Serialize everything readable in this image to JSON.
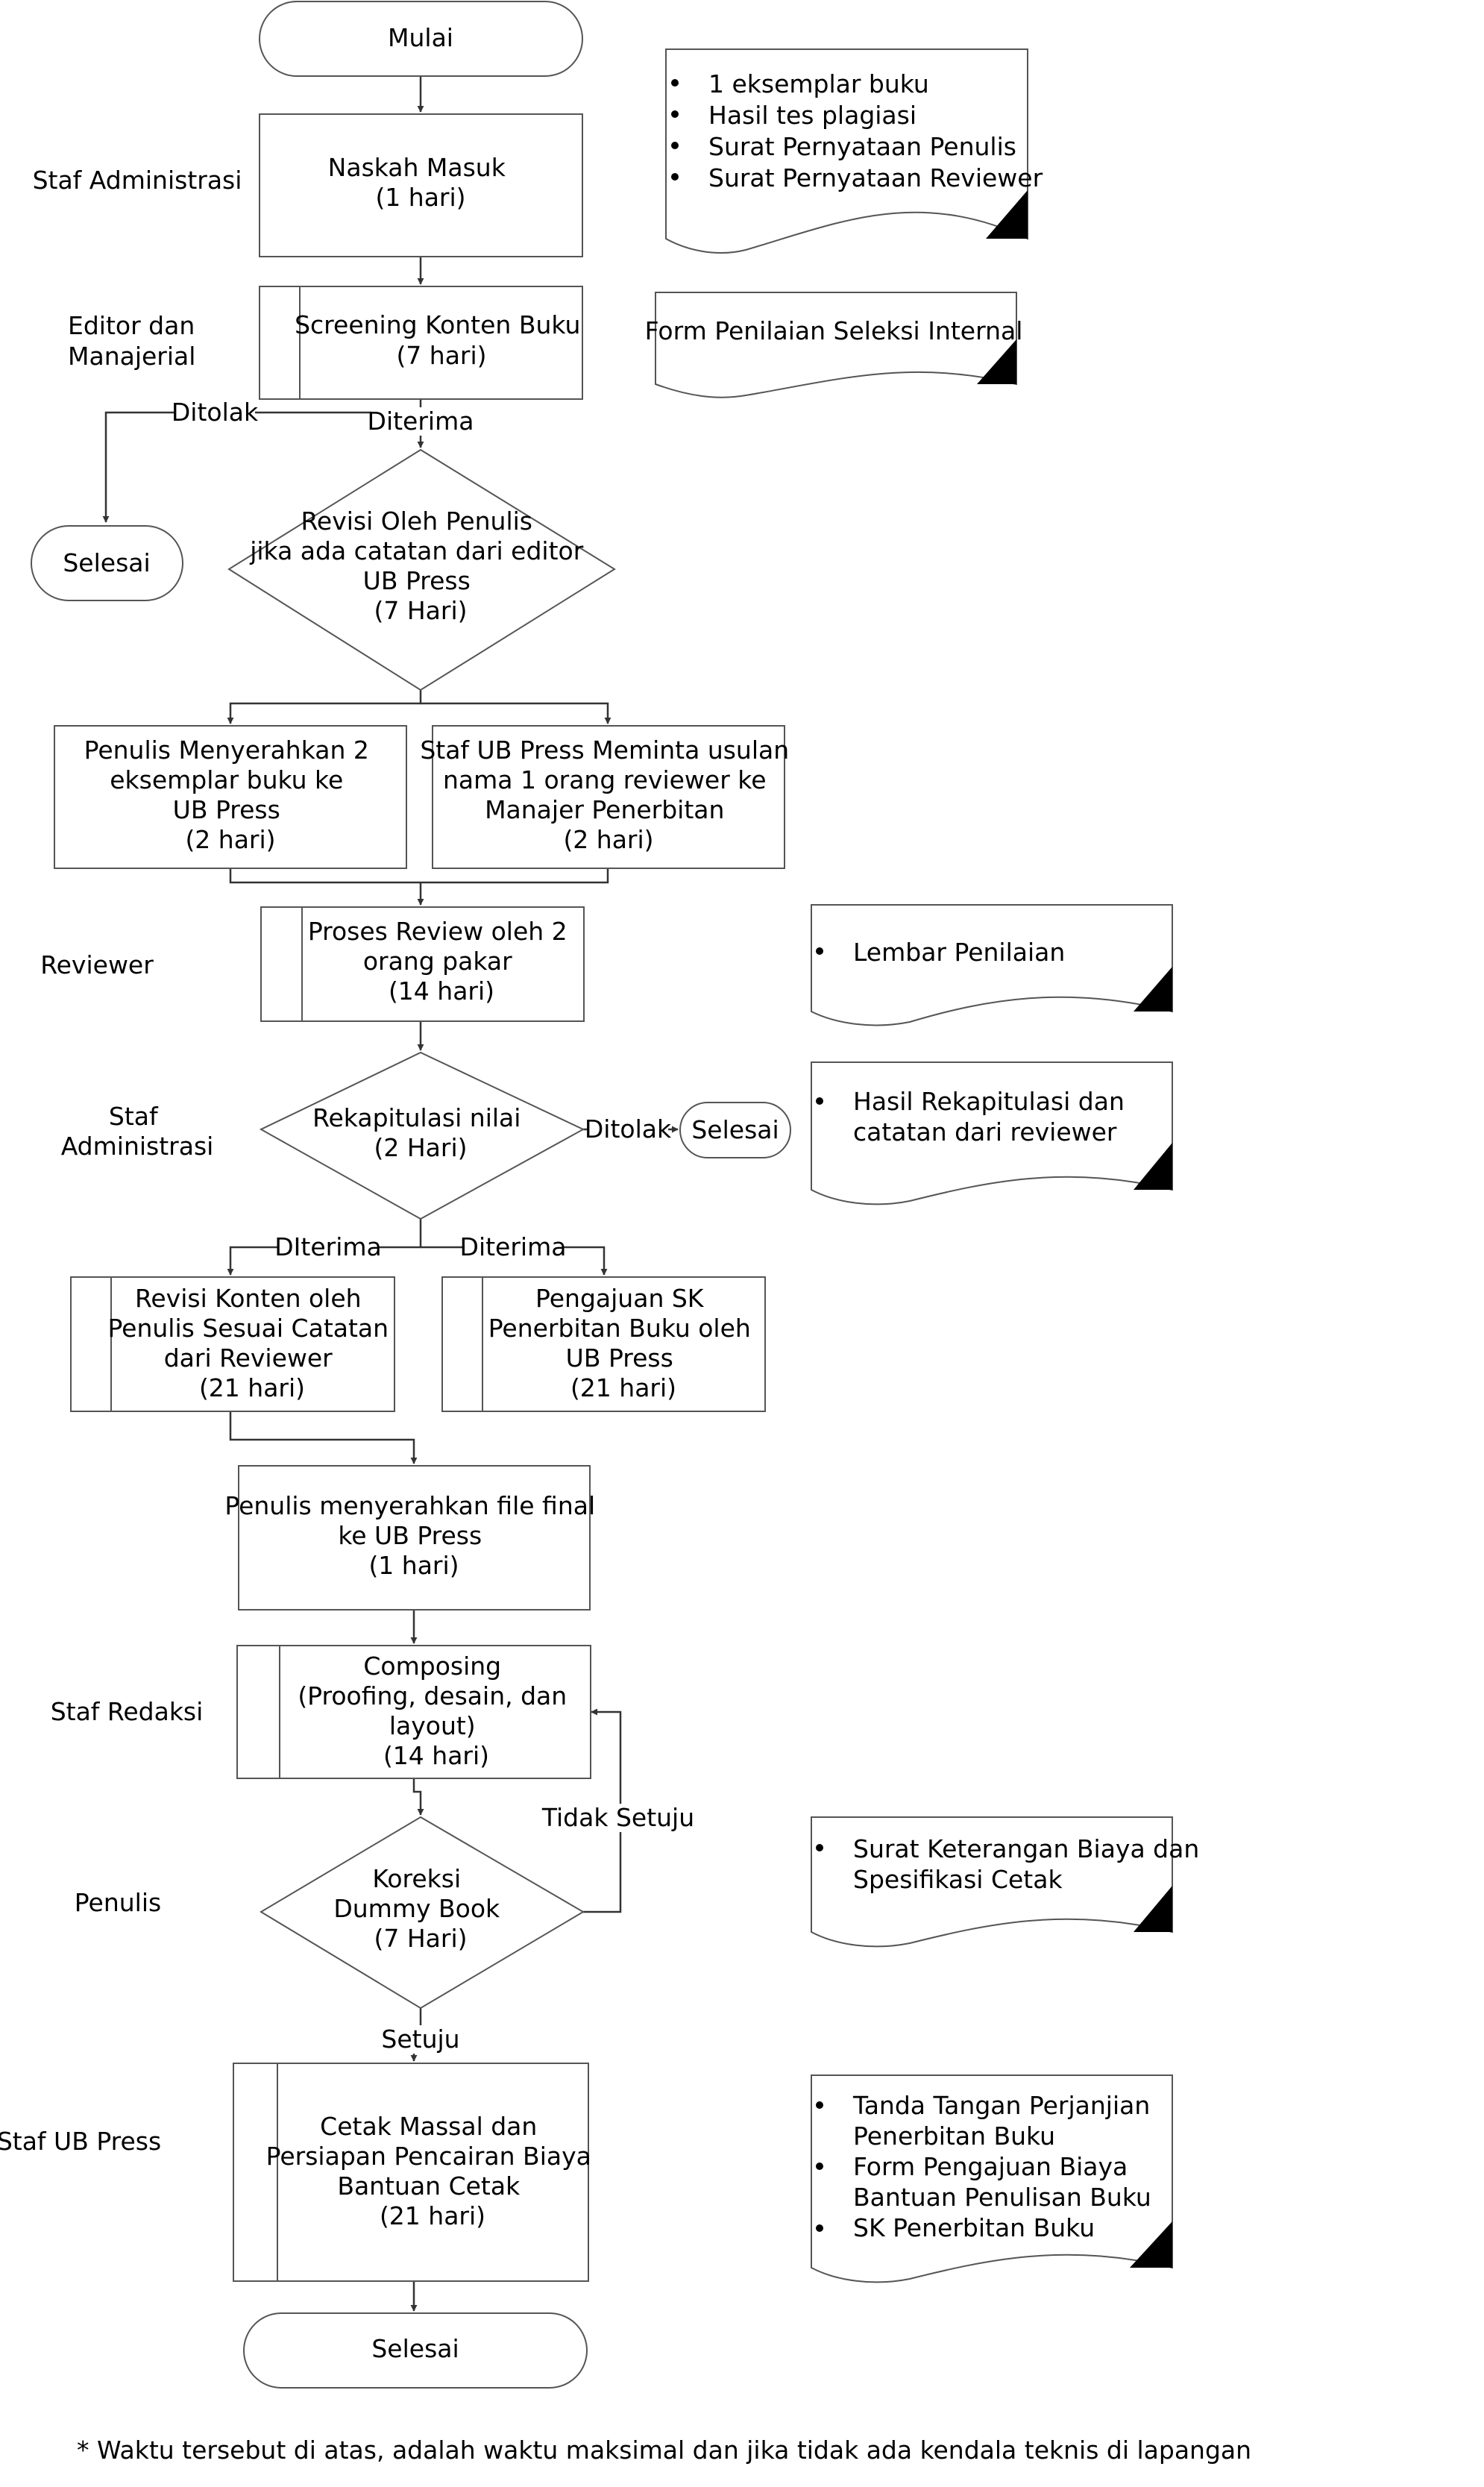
{
  "nodes": {
    "mulai": "Mulai",
    "naskah": [
      "Naskah Masuk",
      "(1 hari)"
    ],
    "screening": [
      "Screening Konten Buku",
      "(7 hari)"
    ],
    "selesai1": "Selesai",
    "revisi_penulis": [
      "Revisi Oleh Penulis",
      "jika ada catatan dari editor",
      "UB Press",
      "(7 Hari)"
    ],
    "penulis_serah": [
      "Penulis Menyerahkan 2",
      "eksemplar buku ke",
      "UB Press",
      "(2 hari)"
    ],
    "staf_minta": [
      "Staf UB Press Meminta usulan",
      "nama 1 orang reviewer ke",
      "Manajer Penerbitan",
      "(2 hari)"
    ],
    "proses_review": [
      "Proses Review oleh 2",
      "orang pakar",
      "(14 hari)"
    ],
    "rekap": [
      "Rekapitulasi nilai",
      "(2 Hari)"
    ],
    "selesai2": "Selesai",
    "revisi_konten": [
      "Revisi Konten oleh",
      "Penulis Sesuai Catatan",
      "dari Reviewer",
      "(21 hari)"
    ],
    "pengajuan_sk": [
      "Pengajuan SK",
      "Penerbitan Buku oleh",
      "UB Press",
      "(21 hari)"
    ],
    "file_final": [
      "Penulis menyerahkan file final",
      "ke UB Press",
      "(1 hari)"
    ],
    "composing": [
      "Composing",
      "(Proofing, desain, dan",
      "layout)",
      "(14 hari)"
    ],
    "koreksi": [
      "Koreksi",
      "Dummy Book",
      "(7 Hari)"
    ],
    "cetak": [
      "Cetak Massal dan",
      "Persiapan Pencairan Biaya",
      "Bantuan Cetak",
      "(21 hari)"
    ],
    "selesai3": "Selesai"
  },
  "roles": {
    "staf_administrasi": [
      "Staf Administrasi"
    ],
    "editor_manajerial": [
      "Editor dan",
      "Manajerial"
    ],
    "reviewer": [
      "Reviewer"
    ],
    "staf_administrasi2": [
      "Staf",
      "Administrasi"
    ],
    "staf_redaksi": [
      "Staf Redaksi"
    ],
    "penulis": [
      "Penulis"
    ],
    "staf_ub_press": [
      "Staf UB Press"
    ]
  },
  "documents": {
    "doc1": [
      "1 eksemplar buku",
      "Hasil tes plagiasi",
      "Surat Pernyataan Penulis",
      "Surat Pernyataan Reviewer"
    ],
    "doc2": [
      "Form Penilaian Seleksi Internal"
    ],
    "doc3": [
      "Lembar Penilaian"
    ],
    "doc4": [
      "Hasil Rekapitulasi dan",
      "catatan dari reviewer"
    ],
    "doc5": [
      "Surat Keterangan Biaya dan",
      "Spesifikasi Cetak"
    ],
    "doc6": [
      "Tanda Tangan Perjanjian",
      "Penerbitan Buku",
      "Form Pengajuan Biaya",
      "Bantuan Penulisan Buku",
      "SK Penerbitan Buku"
    ]
  },
  "edge_labels": {
    "ditolak1": "Ditolak",
    "diterima1": "Diterima",
    "ditolak2": "Ditolak",
    "diterima_left": "DIterima",
    "diterima_right": "Diterima",
    "tidak_setuju": "Tidak Setuju",
    "setuju": "Setuju"
  },
  "footnote": "* Waktu tersebut di atas, adalah waktu maksimal dan jika tidak ada kendala teknis di lapangan"
}
